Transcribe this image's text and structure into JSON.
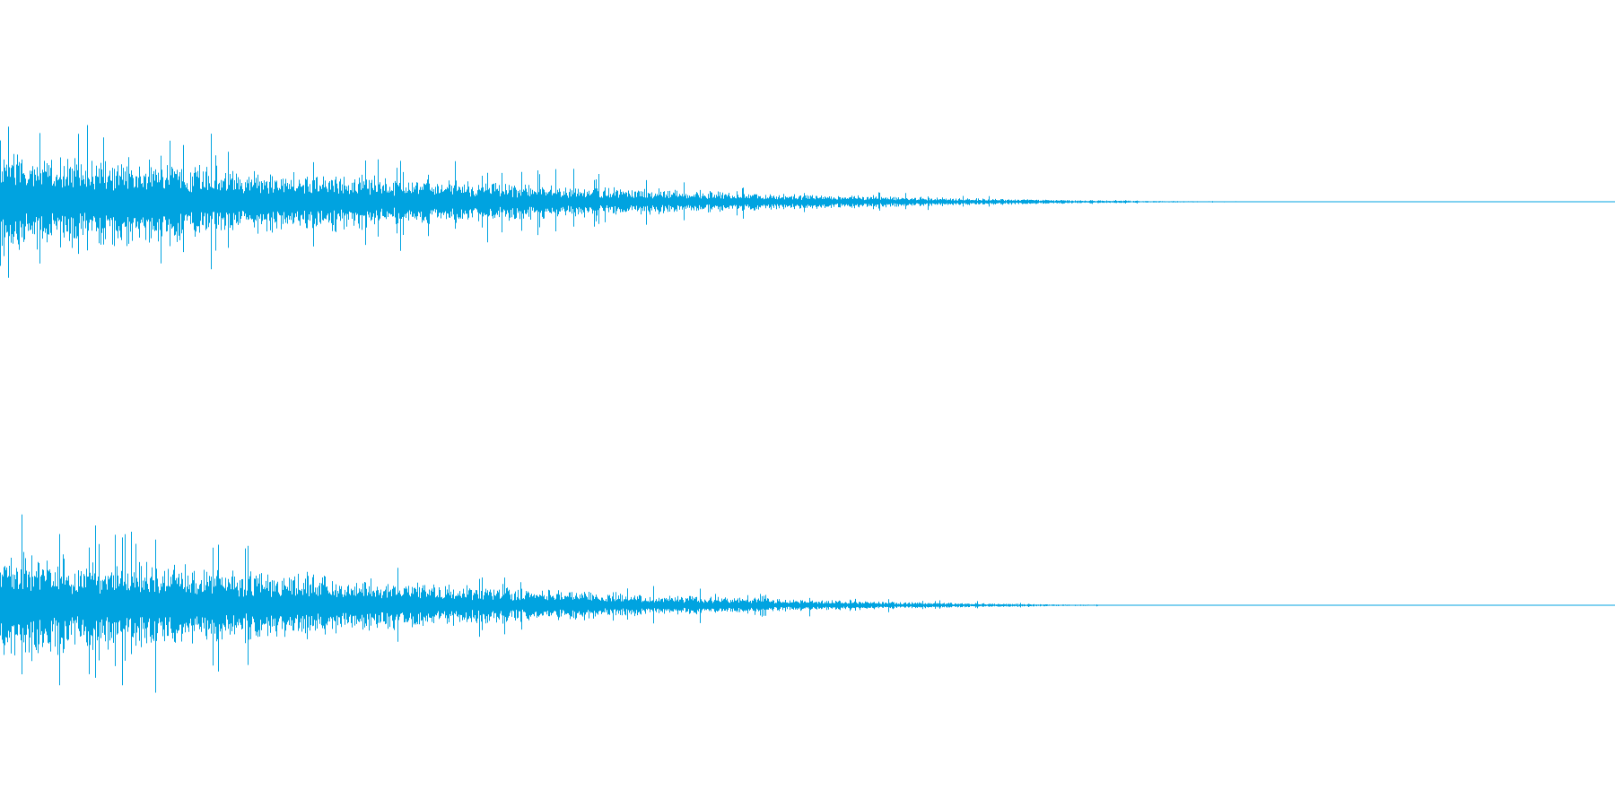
{
  "waveform": {
    "color": "#00a3e0",
    "background": "#ffffff",
    "channels": [
      {
        "name": "",
        "peak_amplitude": 0.58,
        "decay_end_fraction": 0.85
      },
      {
        "name": "",
        "peak_amplitude": 0.6,
        "decay_end_fraction": 0.78
      }
    ]
  }
}
